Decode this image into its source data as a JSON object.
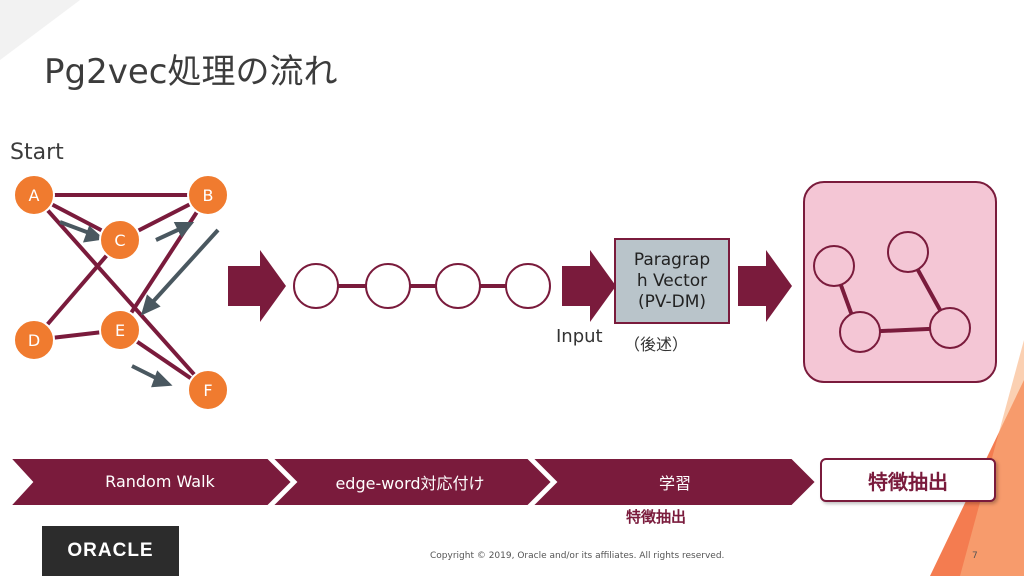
{
  "title": "Pg2vec処理の流れ",
  "start_label": "Start",
  "graph_nodes": [
    "A",
    "B",
    "C",
    "D",
    "E",
    "F"
  ],
  "paragraph_vector_label": "Paragrap\nh Vector\n(PV-DM)",
  "input_label": "Input",
  "note_label": "（後述）",
  "steps": [
    "Random Walk",
    "edge-word対応付け",
    "学習"
  ],
  "final_step": "特徴抽出",
  "sub_note": "特徴抽出",
  "logo_text": "ORACLE",
  "copyright": "Copyright © 2019, Oracle and/or its affiliates. All rights reserved.",
  "page_number": "7",
  "colors": {
    "accent": "#7a1b3c",
    "node_orange": "#f07b2f",
    "light_pink": "#f4c6d5",
    "pv_gray": "#b9c4ca",
    "arrow_gray": "#4a5860"
  }
}
